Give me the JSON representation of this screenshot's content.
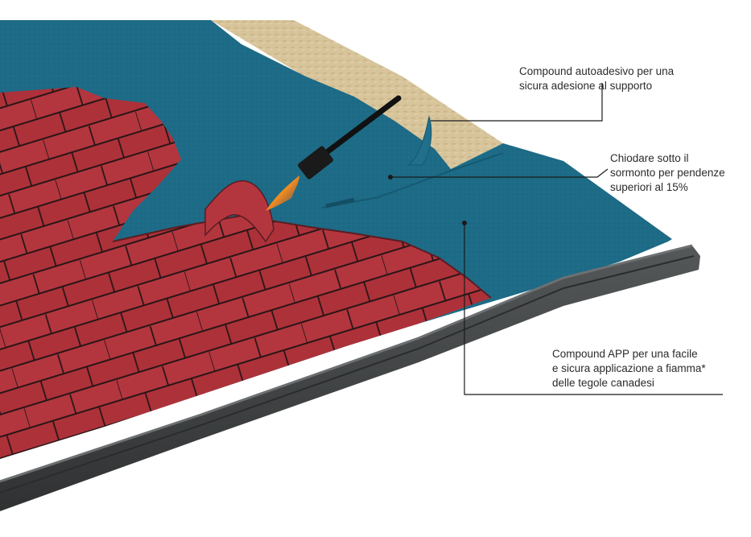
{
  "callouts": {
    "adhesive": {
      "lines": [
        "Compound autoadesivo per una",
        "sicura adesione al supporto"
      ]
    },
    "nailing": {
      "lines": [
        "Chiodare sotto il",
        "sormonto per pendenze",
        "superiori al 15%"
      ]
    },
    "app": {
      "lines": [
        "Compound APP per una facile",
        "e sicura applicazione a fiamma*",
        "delle tegole canadesi"
      ]
    }
  },
  "colors": {
    "membrane": "#1d6b86",
    "membrane_dark": "#165a72",
    "osb_board": "#d7c49a",
    "shingle": "#b3363e",
    "shingle_seam": "#2a1517",
    "gutter": "#3d3f40",
    "flame": "#f08a1f",
    "leader_line": "#1a1a1a"
  },
  "icons": [
    "torch-icon",
    "flame-icon"
  ]
}
